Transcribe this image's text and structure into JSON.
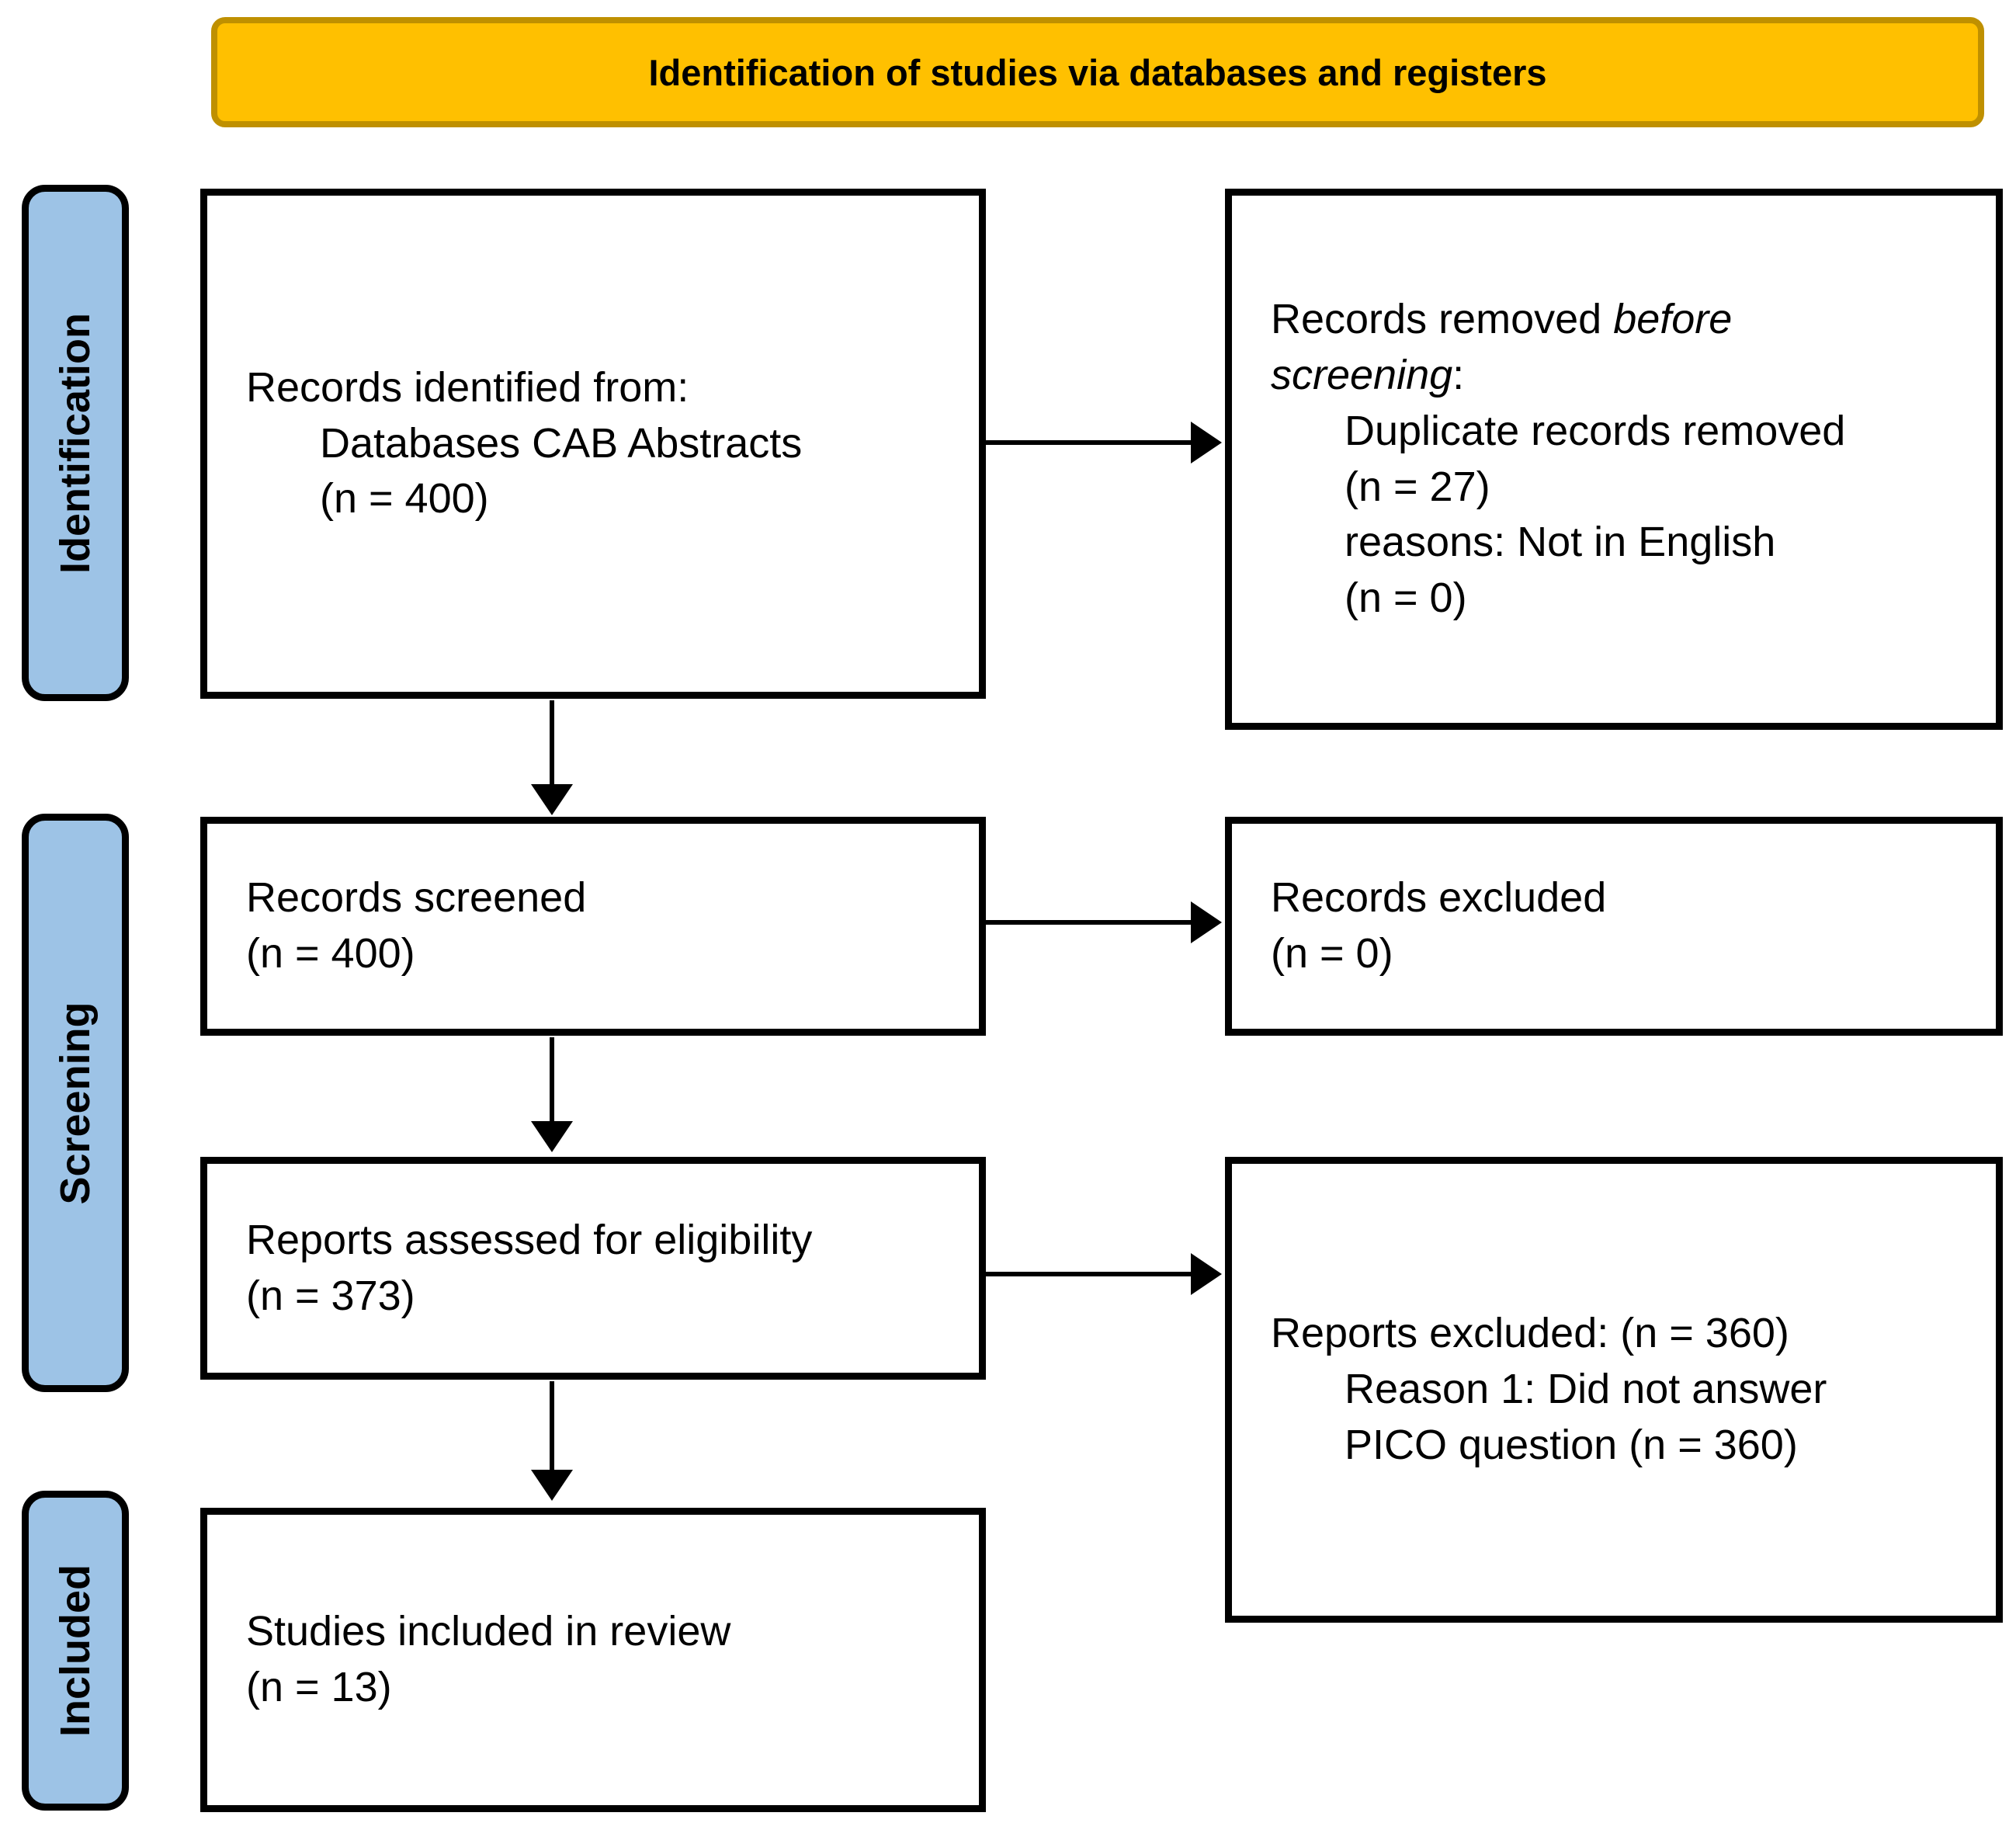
{
  "colors": {
    "banner_fill": "#FFC000",
    "banner_border": "#BF9000",
    "stage_fill": "#9DC3E6",
    "box_border": "#000000",
    "line_color": "#000000"
  },
  "banner": {
    "title": "Identification of studies via databases and registers"
  },
  "stages": {
    "identification": "Identification",
    "screening": "Screening",
    "included": "Included"
  },
  "boxes": {
    "identified": {
      "line1": "Records identified from:",
      "line2": "Databases CAB Abstracts",
      "line3": "(n = 400)"
    },
    "removed": {
      "line1_text": "Records removed ",
      "line1_italic": "before",
      "line2_italic": "screening",
      "line2_text": ":",
      "line3": "Duplicate records removed",
      "line4": "(n = 27)",
      "line5": "reasons: Not in English",
      "line6": "(n = 0)"
    },
    "screened": {
      "line1": "Records screened",
      "line2": "(n = 400)"
    },
    "records_excluded": {
      "line1": "Records excluded",
      "line2": "(n = 0)"
    },
    "assessed": {
      "line1": "Reports assessed for eligibility",
      "line2": "(n = 373)"
    },
    "reports_excluded": {
      "line1": "Reports excluded: (n = 360)",
      "line2": "Reason 1: Did not answer",
      "line3": "PICO question (n = 360)"
    },
    "included_studies": {
      "line1": "Studies included in review",
      "line2": "(n = 13)"
    }
  }
}
